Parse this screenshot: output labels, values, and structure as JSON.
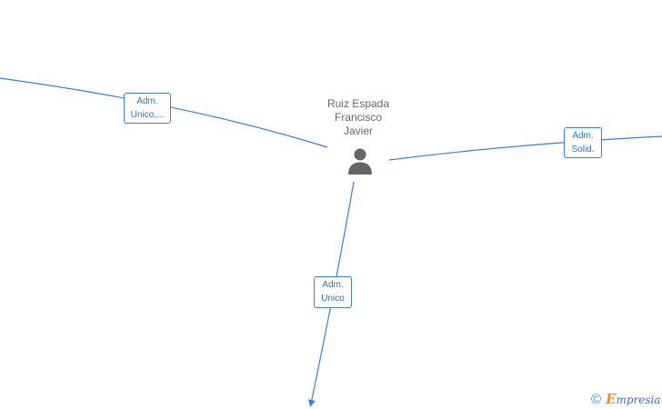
{
  "center_person": {
    "name_lines": [
      "Ruiz Espada",
      "Francisco",
      "Javier"
    ],
    "icon": "person-icon"
  },
  "relations": [
    {
      "label_lines": [
        "Adm.",
        "Unico,..."
      ]
    },
    {
      "label_lines": [
        "Adm.",
        "Solid."
      ]
    },
    {
      "label_lines": [
        "Adm.",
        "Unico"
      ]
    }
  ],
  "footer": {
    "copyright_symbol": "©",
    "brand_first": "E",
    "brand_rest": "mpresia"
  },
  "colors": {
    "edge": "#3b7dd8",
    "person": "#666666",
    "brand_accent": "#f08a1a"
  }
}
